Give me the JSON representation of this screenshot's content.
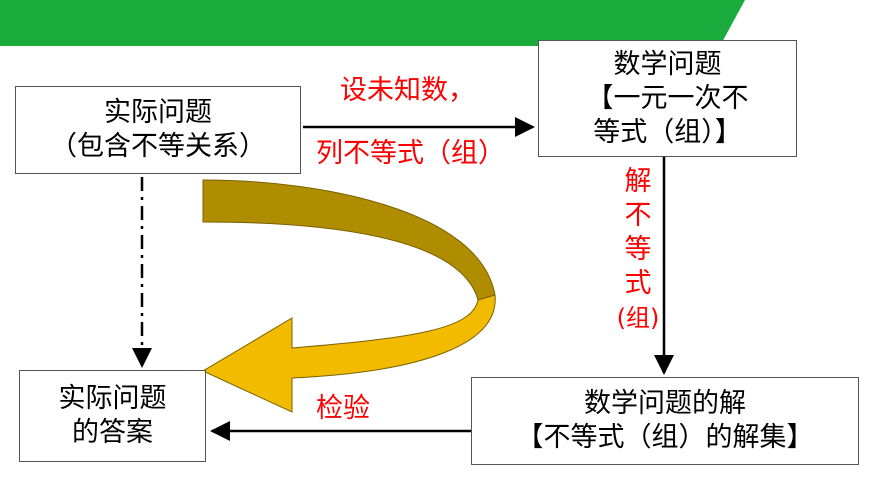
{
  "colors": {
    "header_green": "#1aab3c",
    "label_red": "#ff0000",
    "curve_gold": "#f2bb00",
    "curve_dark": "#b08c00"
  },
  "boxes": {
    "real_problem": {
      "line1": "实际问题",
      "line2": "（包含不等关系）"
    },
    "math_problem": {
      "line1": "数学问题",
      "line2": "【一元一次不",
      "line3": "等式（组）】"
    },
    "math_solution": {
      "line1": "数学问题的解",
      "line2": "【不等式（组）的解集】"
    },
    "real_answer": {
      "line1": "实际问题",
      "line2": "的答案"
    }
  },
  "labels": {
    "set_unknown": "设未知数，",
    "list_inequality": "列不等式（组）",
    "solve_inequality": [
      "解",
      "不",
      "等",
      "式",
      "(组)"
    ],
    "verify": "检验"
  }
}
